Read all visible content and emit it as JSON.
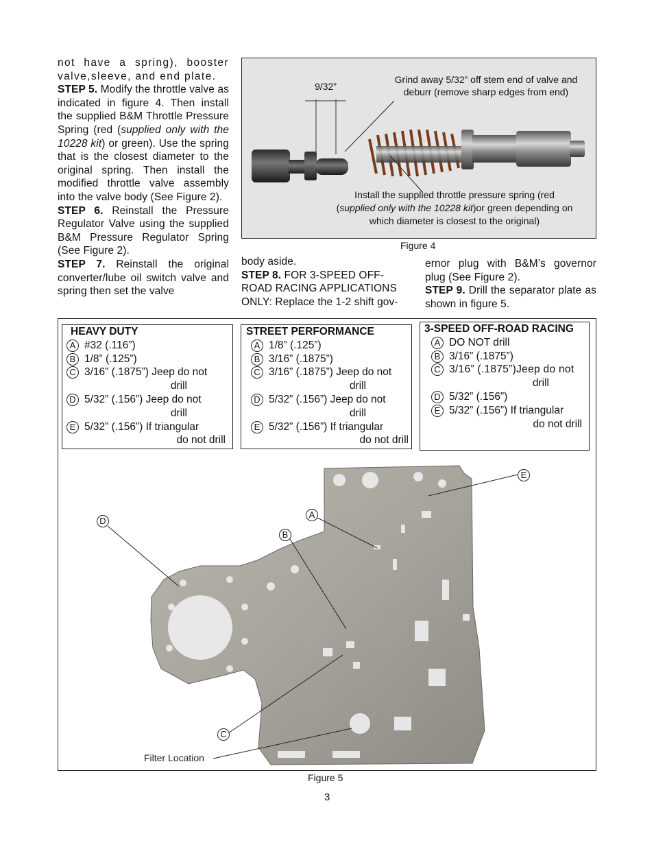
{
  "left_column": {
    "p1": "not have a spring), booster valve,sleeve, and end plate.",
    "step5_label": "STEP 5.",
    "step5_a": " Modify the throttle valve as indicated in figure 4.  Then install the supplied B&M Throttle Pressure Spring (red (",
    "step5_italic": "supplied only with the 10228 kit",
    "step5_b": ") or green). Use the spring that is the closest diameter to the original spring. Then install the modified throttle valve assembly into the valve body (See Figure 2).",
    "step6_label": "STEP 6.",
    "step6_text": "  Reinstall the Pressure Regulator Valve using the supplied B&M Pressure Regulator Spring (See Figure 2).",
    "step7_label": "STEP 7.",
    "step7_text": "  Reinstall the original converter/lube oil switch valve and spring then set the valve"
  },
  "mid_column": {
    "p1": "body aside.",
    "step8_label": "STEP 8.",
    "step8_text": "  FOR 3-SPEED OFF-ROAD RACING APPLICATIONS ONLY: Replace the 1-2 shift gov-"
  },
  "right_column": {
    "p1": "ernor plug with B&M’s governor plug (See Figure 2).",
    "step9_label": "STEP 9.",
    "step9_text": "  Drill the separator plate as shown in figure 5."
  },
  "figure4": {
    "dim_label": "9/32”",
    "grind_note": "Grind away 5/32” off stem end of valve and deburr (remove sharp edges from end)",
    "install_note_a": "Install the supplied throttle pressure spring (red (",
    "install_note_italic": "supplied only with the 10228 kit",
    "install_note_b": ")or green depending on which diameter is closest to the original)",
    "caption": "Figure 4"
  },
  "figure5": {
    "caption": "Figure 5",
    "filter_label": "Filter Location",
    "callouts": {
      "a": "A",
      "b": "B",
      "c": "C",
      "d": "D",
      "e": "E"
    },
    "tables": [
      {
        "title": "HEAVY DUTY",
        "rows": [
          {
            "letter": "A",
            "text": "#32  (.116”)",
            "cont": ""
          },
          {
            "letter": "B",
            "text": "1/8”  (.125”)",
            "cont": ""
          },
          {
            "letter": "C",
            "text": "3/16”  (.1875”)  Jeep do not",
            "cont": "drill"
          },
          {
            "letter": "D",
            "text": "5/32”  (.156”)  Jeep do not",
            "cont": "drill"
          },
          {
            "letter": "E",
            "text": "5/32”  (.156”)  If triangular",
            "cont": "do not drill"
          }
        ]
      },
      {
        "title": "STREET PERFORMANCE",
        "rows": [
          {
            "letter": "A",
            "text": "1/8”  (.125”)",
            "cont": ""
          },
          {
            "letter": "B",
            "text": "3/16”  (.1875”)",
            "cont": ""
          },
          {
            "letter": "C",
            "text": "3/16”  (.1875”)  Jeep do not",
            "cont": "drill"
          },
          {
            "letter": "D",
            "text": "5/32”  (.156”)  Jeep do not",
            "cont": "drill"
          },
          {
            "letter": "E",
            "text": "5/32”  (.156”)  If triangular",
            "cont": "do not drill"
          }
        ]
      },
      {
        "title": "3-SPEED OFF-ROAD RACING",
        "rows": [
          {
            "letter": "A",
            "text": "DO NOT drill",
            "cont": ""
          },
          {
            "letter": "B",
            "text": "3/16”  (.1875”)",
            "cont": ""
          },
          {
            "letter": "C",
            "text": "3/16”  (.1875”)Jeep do not",
            "cont": "drill"
          },
          {
            "letter": "D",
            "text": "5/32”  (.156”)",
            "cont": ""
          },
          {
            "letter": "E",
            "text": "5/32”  (.156”)  If triangular",
            "cont": "do not drill"
          }
        ]
      }
    ]
  },
  "page_number": "3"
}
